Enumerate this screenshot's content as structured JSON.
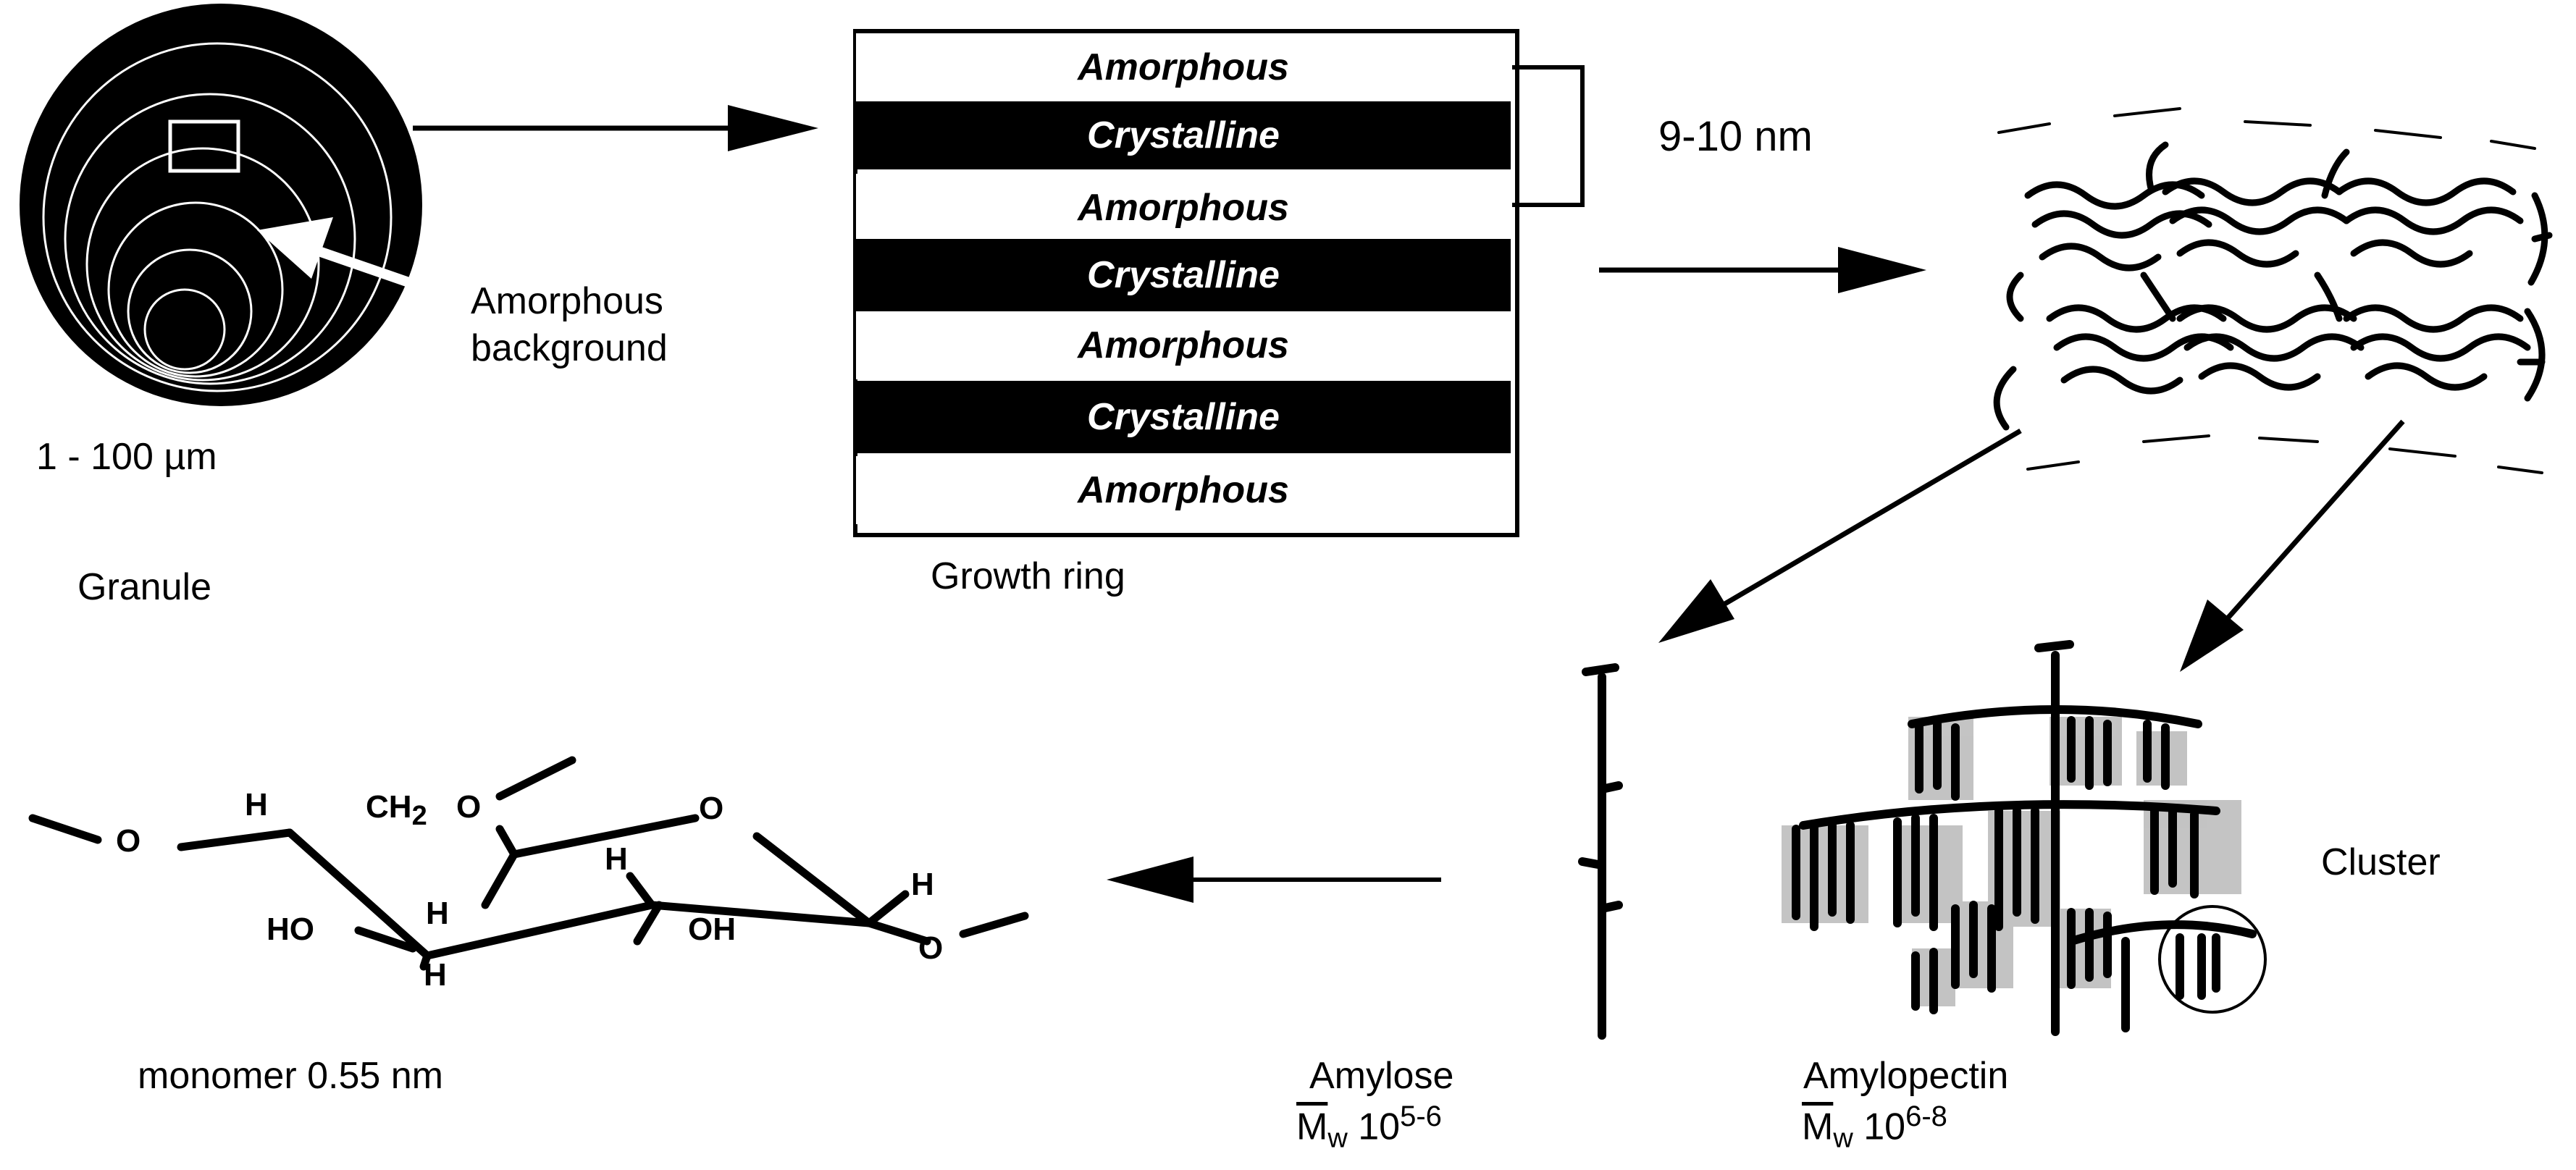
{
  "granule": {
    "caption": "Granule",
    "size": "1 - 100 µm",
    "pointer_label_line1": "Amorphous",
    "pointer_label_line2": "background"
  },
  "growth_ring": {
    "caption": "Growth ring",
    "layers": [
      "Amorphous",
      "Crystalline",
      "Amorphous",
      "Crystalline",
      "Amorphous",
      "Crystalline",
      "Amorphous"
    ],
    "period": "9-10 nm"
  },
  "cluster": {
    "label": "Cluster"
  },
  "amylose": {
    "name": "Amylose",
    "mw_prefix": "M",
    "mw_sub": "w",
    "mw_base": " 10",
    "mw_exp": "5-6"
  },
  "amylopectin": {
    "name": "Amylopectin",
    "mw_prefix": "M",
    "mw_sub": "w",
    "mw_base": " 10",
    "mw_exp": "6-8"
  },
  "monomer": {
    "caption": "monomer 0.55 nm",
    "atoms": {
      "O_ring": "O",
      "O_left": "O",
      "O_right": "O",
      "H": "H",
      "CH2": "CH",
      "CH2_sub": "2",
      "HO": "HO",
      "OH": "OH"
    }
  },
  "colors": {
    "ink": "#000000",
    "paper": "#ffffff",
    "shade": "#b0b0b0"
  }
}
